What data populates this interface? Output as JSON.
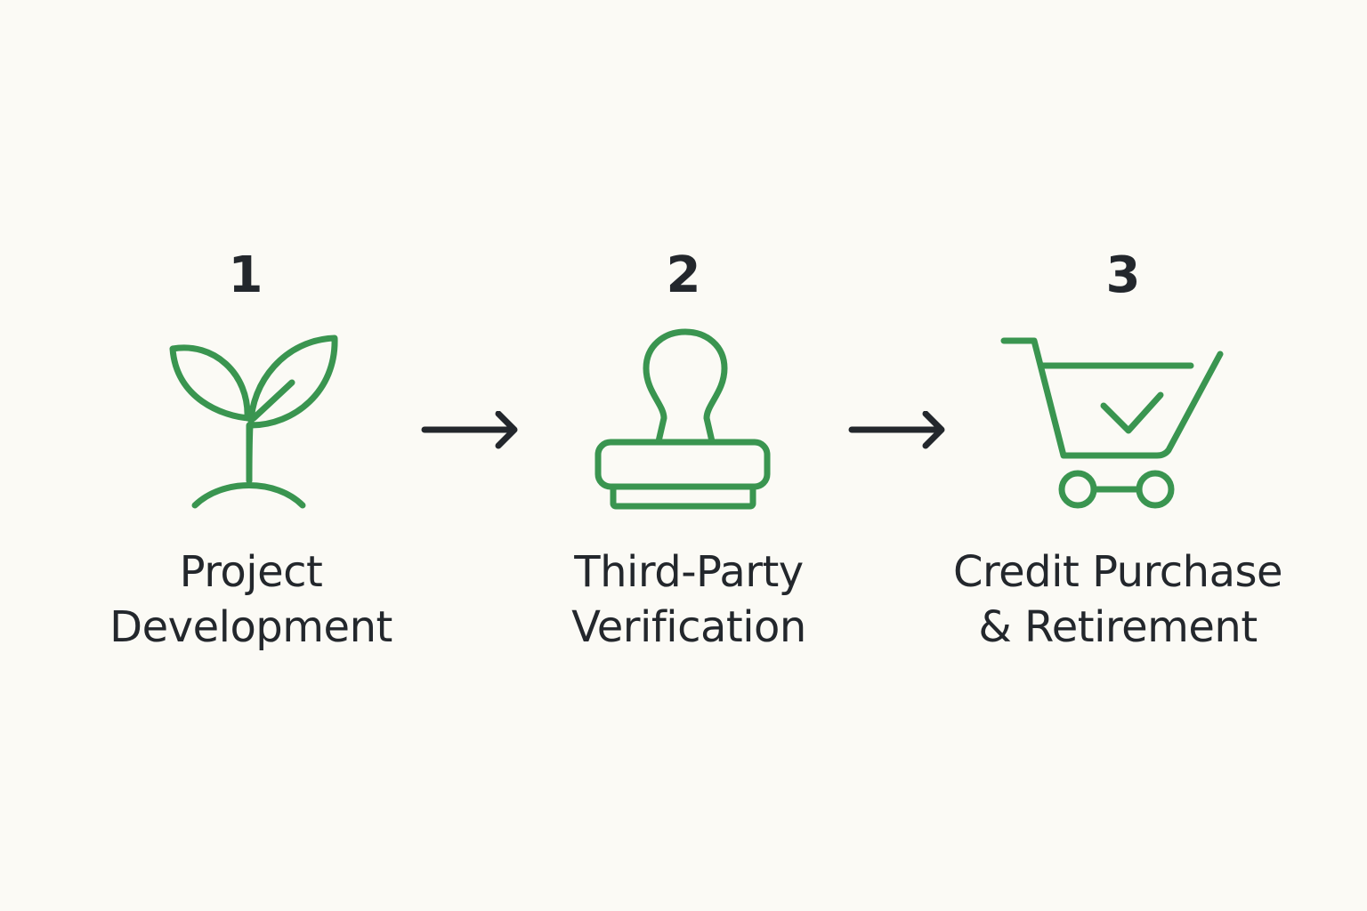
{
  "colors": {
    "background": "#fbfaf5",
    "icon_green": "#3a9550",
    "text_dark": "#23272c"
  },
  "steps": [
    {
      "number": "1",
      "icon": "sprout-icon",
      "label_lines": [
        "Project",
        "Development"
      ]
    },
    {
      "number": "2",
      "icon": "rubber-stamp-icon",
      "label_lines": [
        "Third-Party",
        "Verification"
      ]
    },
    {
      "number": "3",
      "icon": "shopping-cart-check-icon",
      "label_lines": [
        "Credit Purchase",
        "& Retirement"
      ]
    }
  ],
  "connectors": [
    "arrow-right-icon",
    "arrow-right-icon"
  ]
}
